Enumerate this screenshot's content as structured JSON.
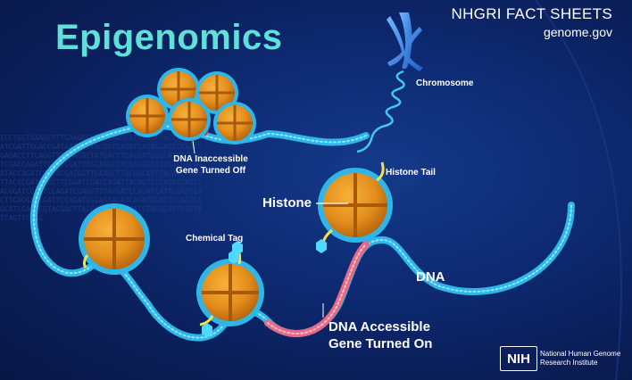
{
  "title": "Epigenomics",
  "source": {
    "line1": "NHGRI FACT SHEETS",
    "line2": "genome.gov"
  },
  "labels": {
    "chromosome": "Chromosome",
    "dna_inaccessible": "DNA Inaccessible Gene Turned Off",
    "histone_tail": "Histone Tail",
    "histone": "Histone",
    "chemical_tag": "Chemical Tag",
    "dna": "DNA",
    "dna_accessible": "DNA Accessible Gene Turned On"
  },
  "logo": {
    "abbrev": "NIH",
    "name": "National Human Genome Research Institute"
  },
  "background_sequence": "TCCTGGTAAAGCTTTGAAGGCATTCTAGGCATCAGGTTACTTTCGCGATCGATTGGACCGATAATCACTACGGTCAGGTCATAGGATTCAAGCTGAGACCTTCAGGTTTCAACGCTATGACTTCACGATCGGCATTTCGACTCGACCAGATTGCATCGATTCGCAGGCTTCGACGCCATTGATCGCAGATACCAGATCGATACGACGGTTCAAGCTTACGGCATCTACAGTTCGATTACGCGATCAGCTTCGGATCGATCAGATTACAGTTCCAGATCATCTACGGATCGCTTCCAGATCGAGGTTTACGATCCAGATCATTCGATCGACTTCAGGATCGATTCCAGATCGGATTACATCAGATCGACTCCAGTCAGCATCGATTCGTACGACTTACGATCCAGATCATCTACGGATTCGCTATCAGTTCCAG",
  "colors": {
    "background": "#0d2a72",
    "title": "#5fe0d8",
    "dna_strand": "#2fb6e8",
    "dna_active": "#e56a86",
    "histone": "#e38d1c",
    "tag": "#f2e24a",
    "chromosome": "#3d8ee8",
    "inactive_marker": "#e03232"
  }
}
